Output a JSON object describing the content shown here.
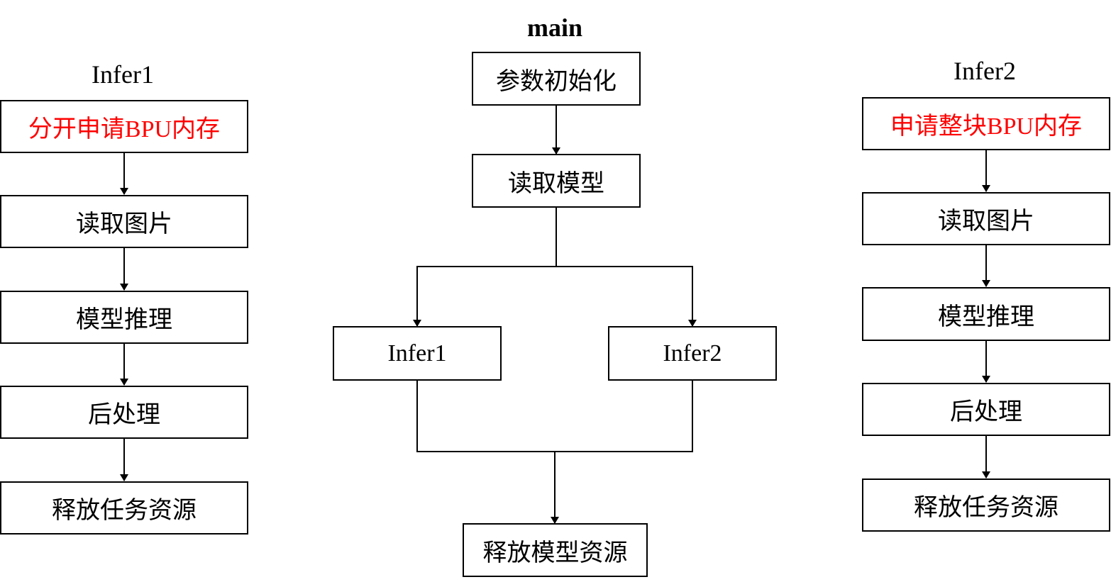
{
  "left": {
    "title": "Infer1",
    "steps": [
      "分开申请BPU内存",
      "读取图片",
      "模型推理",
      "后处理",
      "释放任务资源"
    ]
  },
  "main": {
    "title": "main",
    "steps": [
      "参数初始化",
      "读取模型"
    ],
    "branches": [
      "Infer1",
      "Infer2"
    ],
    "final": "释放模型资源"
  },
  "right": {
    "title": "Infer2",
    "steps": [
      "申请整块BPU内存",
      "读取图片",
      "模型推理",
      "后处理",
      "释放任务资源"
    ]
  },
  "colors": {
    "highlight": "#ff0000",
    "stroke": "#000000"
  }
}
